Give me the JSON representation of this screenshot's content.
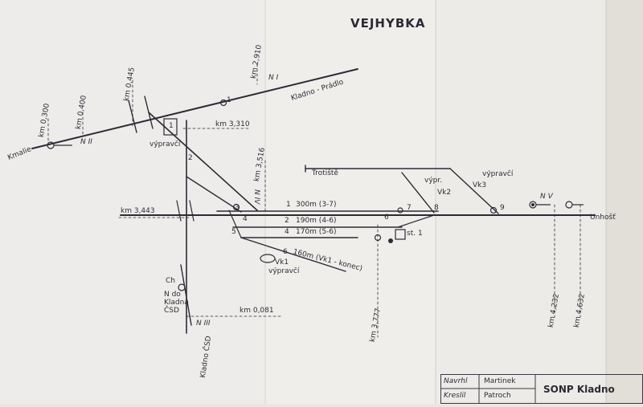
{
  "title": "VEJHYBKA",
  "directions": {
    "left": "Kmalie",
    "top_right": "Kladno - Prádlo",
    "right": "Unhošť",
    "bottom": "Kladno ČSD"
  },
  "km_marks": {
    "k0300": "km 0,300",
    "k0400": "km 0,400",
    "k0445": "km 0,445",
    "k2910": "km 2,910",
    "k3310": "km 3,310",
    "k3516": "km 3,516",
    "k3443": "km 3,443",
    "k0081": "km 0,081",
    "k3777": "km 3,777",
    "k4232": "km 4,232",
    "k4632": "km 4,632"
  },
  "tracks": [
    {
      "no": "1",
      "desc": "300m (3-7)"
    },
    {
      "no": "2",
      "desc": "190m (4-6)"
    },
    {
      "no": "4",
      "desc": "170m (5-6)"
    },
    {
      "no": "6",
      "desc": "160m (Vk1 - konec)"
    }
  ],
  "switches": [
    "1",
    "2",
    "3",
    "4",
    "5",
    "6",
    "7",
    "8",
    "9"
  ],
  "signals": {
    "n1": "N I",
    "n2": "N II",
    "n3": "N III",
    "n4": "N IV",
    "n5": "N V",
    "n_kladno": "N do Kladna ČSD",
    "ch": "Ch"
  },
  "labels": {
    "vypravci1": "výpravčí",
    "vypravci2": "výpravčí",
    "vypravci3": "výpravčí",
    "vyp": "výpr.",
    "vk1": "Vk1",
    "vk2": "Vk2",
    "vk3": "Vk3",
    "st1": "st. 1",
    "trojiste": "Ťrotiště",
    "b1": "1"
  },
  "title_block": {
    "navrhl_label": "Navrhl",
    "navrhl_value": "Martinek",
    "kreslil_label": "Kreslil",
    "kreslil_value": "Patroch",
    "org": "SONP Kladno"
  }
}
